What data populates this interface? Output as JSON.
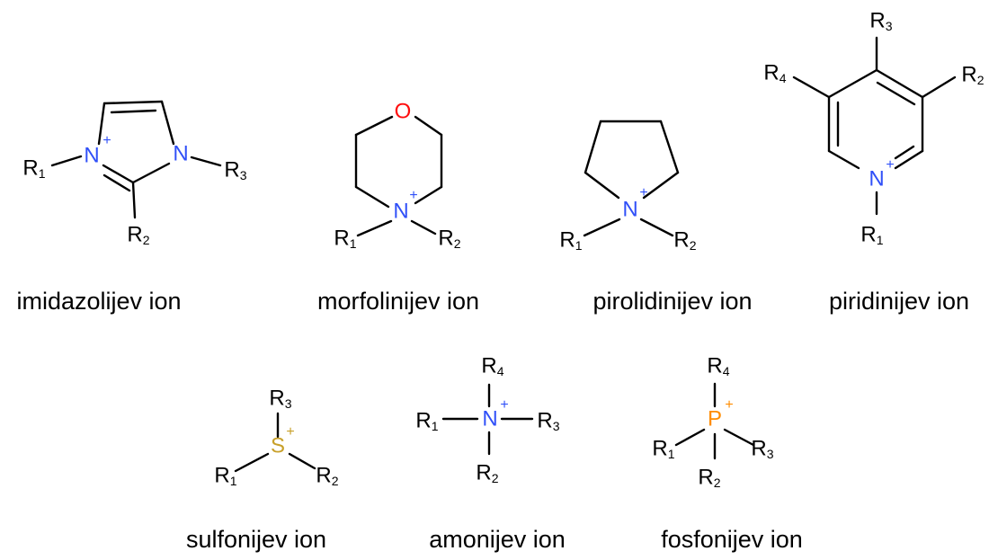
{
  "colors": {
    "nitrogen": "#3050F8",
    "oxygen": "#FF0D0D",
    "sulfur": "#C8A02A",
    "phosphorus": "#FF8C00",
    "carbon": "#000000"
  },
  "molecules": [
    {
      "id": "imidazolium",
      "caption": "imidazolijev ion",
      "atoms": [
        {
          "id": "n1",
          "el": "N",
          "charge": "+"
        },
        {
          "id": "n3",
          "el": "N",
          "charge": ""
        },
        {
          "id": "r1",
          "el": "R",
          "idx": "1"
        },
        {
          "id": "r2",
          "el": "R",
          "idx": "2"
        },
        {
          "id": "r3",
          "el": "R",
          "idx": "3"
        }
      ]
    },
    {
      "id": "morpholinium",
      "caption": "morfolinijev ion",
      "atoms": [
        {
          "id": "o",
          "el": "O",
          "charge": ""
        },
        {
          "id": "n",
          "el": "N",
          "charge": "+"
        },
        {
          "id": "r1",
          "el": "R",
          "idx": "1"
        },
        {
          "id": "r2",
          "el": "R",
          "idx": "2"
        }
      ]
    },
    {
      "id": "pyrrolidinium",
      "caption": "pirolidinijev ion",
      "atoms": [
        {
          "id": "n",
          "el": "N",
          "charge": "+"
        },
        {
          "id": "r1",
          "el": "R",
          "idx": "1"
        },
        {
          "id": "r2",
          "el": "R",
          "idx": "2"
        }
      ]
    },
    {
      "id": "pyridinium",
      "caption": "piridinijev ion",
      "atoms": [
        {
          "id": "n",
          "el": "N",
          "charge": "+"
        },
        {
          "id": "r1",
          "el": "R",
          "idx": "1"
        },
        {
          "id": "r2",
          "el": "R",
          "idx": "2"
        },
        {
          "id": "r3",
          "el": "R",
          "idx": "3"
        },
        {
          "id": "r4",
          "el": "R",
          "idx": "4"
        }
      ]
    },
    {
      "id": "sulfonium",
      "caption": "sulfonijev ion",
      "atoms": [
        {
          "id": "s",
          "el": "S",
          "charge": "+"
        },
        {
          "id": "r1",
          "el": "R",
          "idx": "1"
        },
        {
          "id": "r2",
          "el": "R",
          "idx": "2"
        },
        {
          "id": "r3",
          "el": "R",
          "idx": "3"
        }
      ]
    },
    {
      "id": "ammonium",
      "caption": "amonijev ion",
      "atoms": [
        {
          "id": "n",
          "el": "N",
          "charge": "+"
        },
        {
          "id": "r1",
          "el": "R",
          "idx": "1"
        },
        {
          "id": "r2",
          "el": "R",
          "idx": "2"
        },
        {
          "id": "r3",
          "el": "R",
          "idx": "3"
        },
        {
          "id": "r4",
          "el": "R",
          "idx": "4"
        }
      ]
    },
    {
      "id": "phosphonium",
      "caption": "fosfonijev ion",
      "atoms": [
        {
          "id": "p",
          "el": "P",
          "charge": "+"
        },
        {
          "id": "r1",
          "el": "R",
          "idx": "1"
        },
        {
          "id": "r2",
          "el": "R",
          "idx": "2"
        },
        {
          "id": "r3",
          "el": "R",
          "idx": "3"
        },
        {
          "id": "r4",
          "el": "R",
          "idx": "4"
        }
      ]
    }
  ]
}
